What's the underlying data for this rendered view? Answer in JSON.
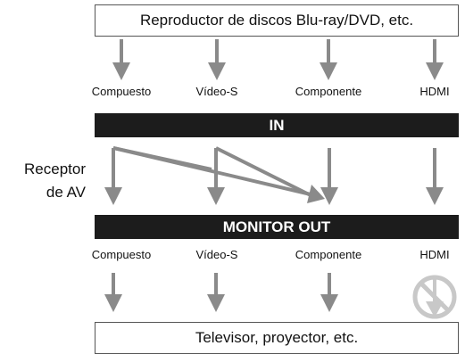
{
  "source_box": {
    "text": "Reproductor de discos Blu-ray/DVD, etc."
  },
  "input_labels": [
    "Compuesto",
    "Vídeo-S",
    "Componente",
    "HDMI"
  ],
  "in_bar": {
    "text": "IN"
  },
  "receiver_label": {
    "line1": "Receptor",
    "line2": "de AV"
  },
  "monitor_out_bar": {
    "text": "MONITOR OUT"
  },
  "output_labels": [
    "Compuesto",
    "Vídeo-S",
    "Componente",
    "HDMI"
  ],
  "display_box": {
    "text": "Televisor, proyector, etc."
  },
  "colors": {
    "arrow": "#8a8a8a",
    "bar": "#1c1c1c",
    "prohibited": "#c8c8c8"
  },
  "icons": {
    "hdmi_output": "prohibited-icon"
  }
}
